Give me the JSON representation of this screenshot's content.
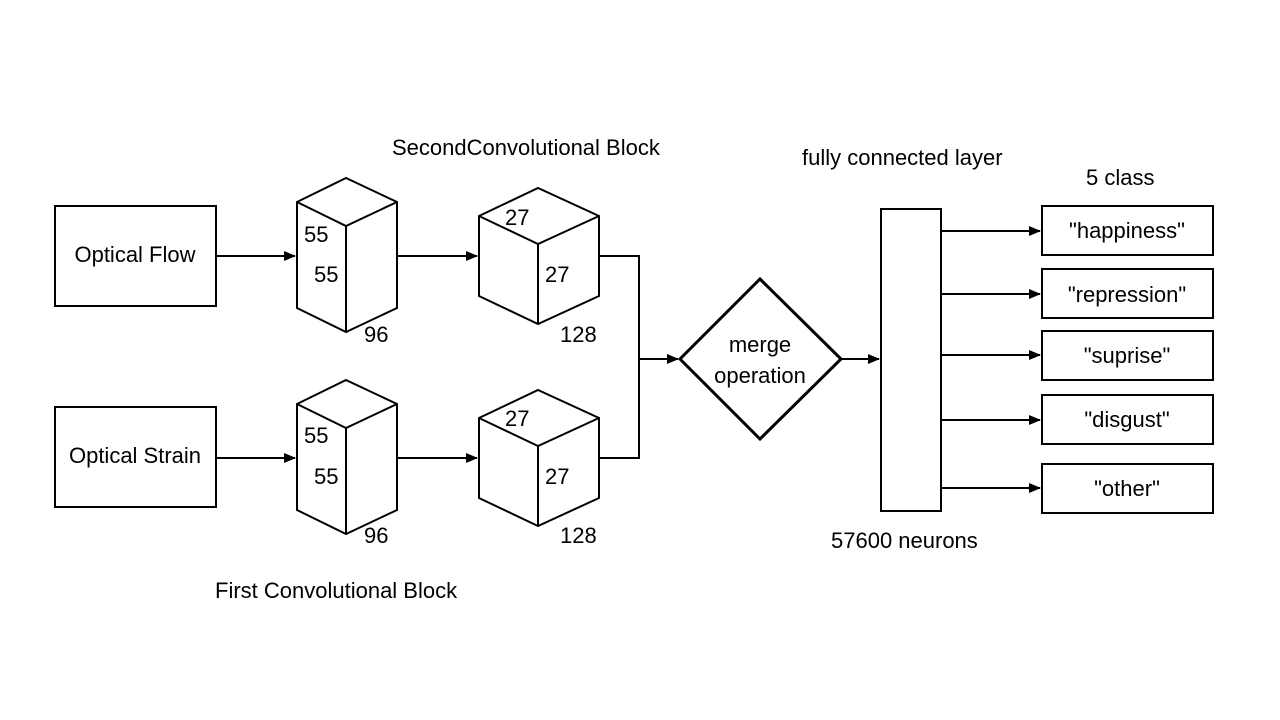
{
  "inputs": {
    "flow": "Optical Flow",
    "strain": "Optical Strain"
  },
  "blocks": {
    "second_title": "SecondConvolutional Block",
    "first_title": "First Convolutional Block"
  },
  "cubes": {
    "top_first": {
      "front": "55",
      "side": "55",
      "depth": "96"
    },
    "top_second": {
      "top": "27",
      "side": "27",
      "depth": "128"
    },
    "bottom_first": {
      "front": "55",
      "side": "55",
      "depth": "96"
    },
    "bottom_second": {
      "top": "27",
      "side": "27",
      "depth": "128"
    }
  },
  "merge": {
    "line1": "merge",
    "line2": "operation"
  },
  "fc": {
    "title": "fully connected layer",
    "neurons": "57600 neurons"
  },
  "classes": {
    "title": "5 class",
    "items": [
      "\"happiness\"",
      "\"repression\"",
      "\"suprise\"",
      "\"disgust\"",
      "\"other\""
    ]
  }
}
